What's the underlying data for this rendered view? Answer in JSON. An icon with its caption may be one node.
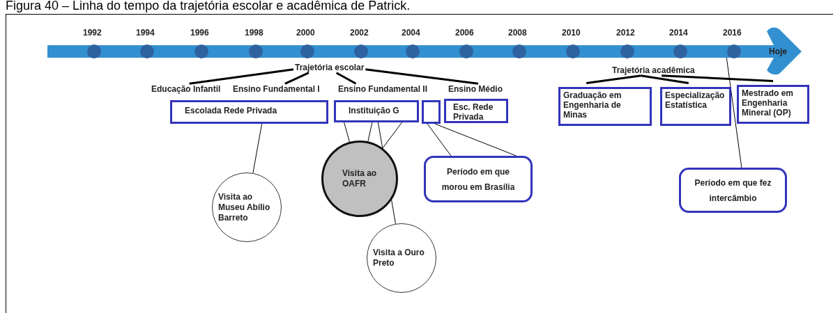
{
  "diagram": {
    "title": "Figura 40 – Linha do tempo da trajetória escolar e acadêmica de Patrick.",
    "nodes": [
      {
        "text": [
          "Hoje"
        ]
      },
      {
        "text": [
          "Trajetória escolar"
        ]
      },
      {
        "text": [
          "Educação Infantil"
        ]
      },
      {
        "text": [
          "Ensino Fundamental I"
        ]
      },
      {
        "text": [
          "Ensino Fundamental II"
        ]
      },
      {
        "text": [
          "Ensino Médio"
        ]
      },
      {
        "text": [
          "Escolada Rede Privada"
        ]
      },
      {
        "text": [
          "Instituição G"
        ]
      },
      {
        "text": [],
        "shape": "box"
      },
      {
        "text": [
          "Esc. Rede Privada"
        ]
      },
      {
        "text": [
          "Trajetória acadêmica"
        ]
      },
      {
        "text": [
          "Graduação em Engenharia de Minas"
        ]
      },
      {
        "text": [
          "Especialização Estatística"
        ]
      },
      {
        "text": [
          "Mestrado em Engenharia Mineral (OP)"
        ]
      },
      {
        "text": [
          "Visita ao Museu Abílio Barreto"
        ]
      },
      {
        "text": [
          "Visita ao OAFR"
        ]
      },
      {
        "text": [
          "Período em que morou em Brasília"
        ]
      },
      {
        "text": [
          "Visita a Ouro Preto"
        ]
      },
      {
        "text": [
          "Período em que fez intercâmbio"
        ]
      }
    ],
    "edges": [
      {
        "from": 1,
        "to": 2,
        "arrow": "none",
        "style": "thick"
      },
      {
        "from": 1,
        "to": 3,
        "arrow": "none",
        "style": "thick"
      },
      {
        "from": 1,
        "to": 4,
        "arrow": "none",
        "style": "thick"
      },
      {
        "from": 1,
        "to": 5,
        "arrow": "none",
        "style": "thick"
      },
      {
        "from": 10,
        "to": 11,
        "arrow": "none",
        "style": "thick"
      },
      {
        "from": 10,
        "to": 12,
        "arrow": "none",
        "style": "thick"
      },
      {
        "from": 10,
        "to": 13,
        "arrow": "none",
        "style": "thick"
      },
      {
        "from": 6,
        "to": 14,
        "arrow": "none"
      },
      {
        "from": 7,
        "to": 15,
        "arrow": "none"
      },
      {
        "from": 7,
        "to": 15,
        "arrow": "none"
      },
      {
        "from": 7,
        "to": 15,
        "arrow": "none"
      },
      {
        "from": 7,
        "to": 17,
        "arrow": "none"
      },
      {
        "from": 8,
        "to": 16,
        "arrow": "none"
      },
      {
        "from": 8,
        "to": 16,
        "arrow": "none"
      },
      {
        "from": 0,
        "to": 18,
        "arrow": "none"
      }
    ],
    "labels": [
      "1992",
      "1994",
      "1996",
      "1998",
      "2000",
      "2002",
      "2004",
      "2006",
      "2008",
      "2010",
      "2012",
      "2014",
      "2016"
    ]
  }
}
